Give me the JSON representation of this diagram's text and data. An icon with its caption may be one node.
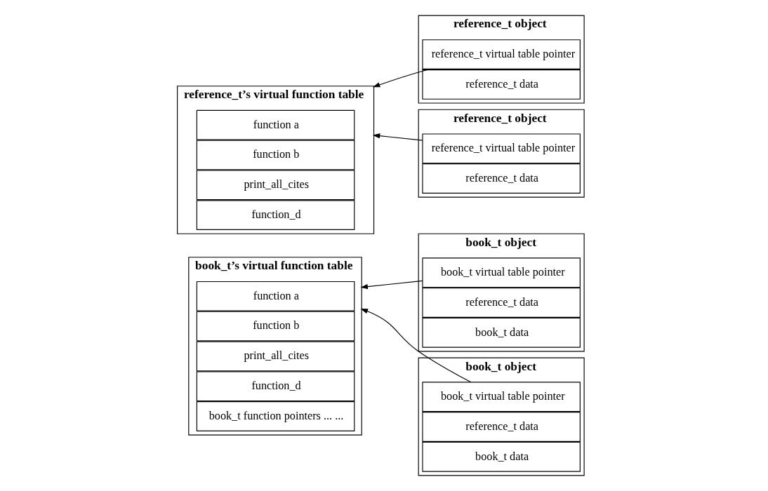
{
  "diagram": {
    "nodes": [
      {
        "text": [
          "reference_t’s virtual function table"
        ]
      },
      {
        "text": [
          "function a"
        ],
        "in": 0
      },
      {
        "text": [
          "function b"
        ],
        "in": 0
      },
      {
        "text": [
          "print_all_cites"
        ],
        "in": 0
      },
      {
        "text": [
          "function_d"
        ],
        "in": 0
      },
      {
        "text": [
          "reference_t object"
        ]
      },
      {
        "text": [
          "reference_t virtual table pointer"
        ],
        "in": 5
      },
      {
        "text": [
          "reference_t data"
        ],
        "in": 5
      },
      {
        "text": [
          "reference_t object"
        ]
      },
      {
        "text": [
          "reference_t virtual table pointer"
        ],
        "in": 8
      },
      {
        "text": [
          "reference_t data"
        ],
        "in": 8
      },
      {
        "text": [
          "book_t’s virtual function table"
        ]
      },
      {
        "text": [
          "function a"
        ],
        "in": 11
      },
      {
        "text": [
          "function b"
        ],
        "in": 11
      },
      {
        "text": [
          "print_all_cites"
        ],
        "in": 11
      },
      {
        "text": [
          "function_d"
        ],
        "in": 11
      },
      {
        "text": [
          "book_t function pointers ... ..."
        ],
        "in": 11
      },
      {
        "text": [
          "book_t object"
        ]
      },
      {
        "text": [
          "book_t virtual table pointer"
        ],
        "in": 17
      },
      {
        "text": [
          "reference_t data"
        ],
        "in": 17
      },
      {
        "text": [
          "book_t data"
        ],
        "in": 17
      },
      {
        "text": [
          "book_t object"
        ]
      },
      {
        "text": [
          "book_t virtual table pointer"
        ],
        "in": 21
      },
      {
        "text": [
          "reference_t data"
        ],
        "in": 21
      },
      {
        "text": [
          "book_t data"
        ],
        "in": 21
      }
    ],
    "edges": [
      {
        "from": 6,
        "to": 0,
        "arrow": "to"
      },
      {
        "from": 9,
        "to": 0,
        "arrow": "to"
      },
      {
        "from": 18,
        "to": 11,
        "arrow": "to"
      },
      {
        "from": 22,
        "to": 11,
        "arrow": "to"
      }
    ]
  }
}
